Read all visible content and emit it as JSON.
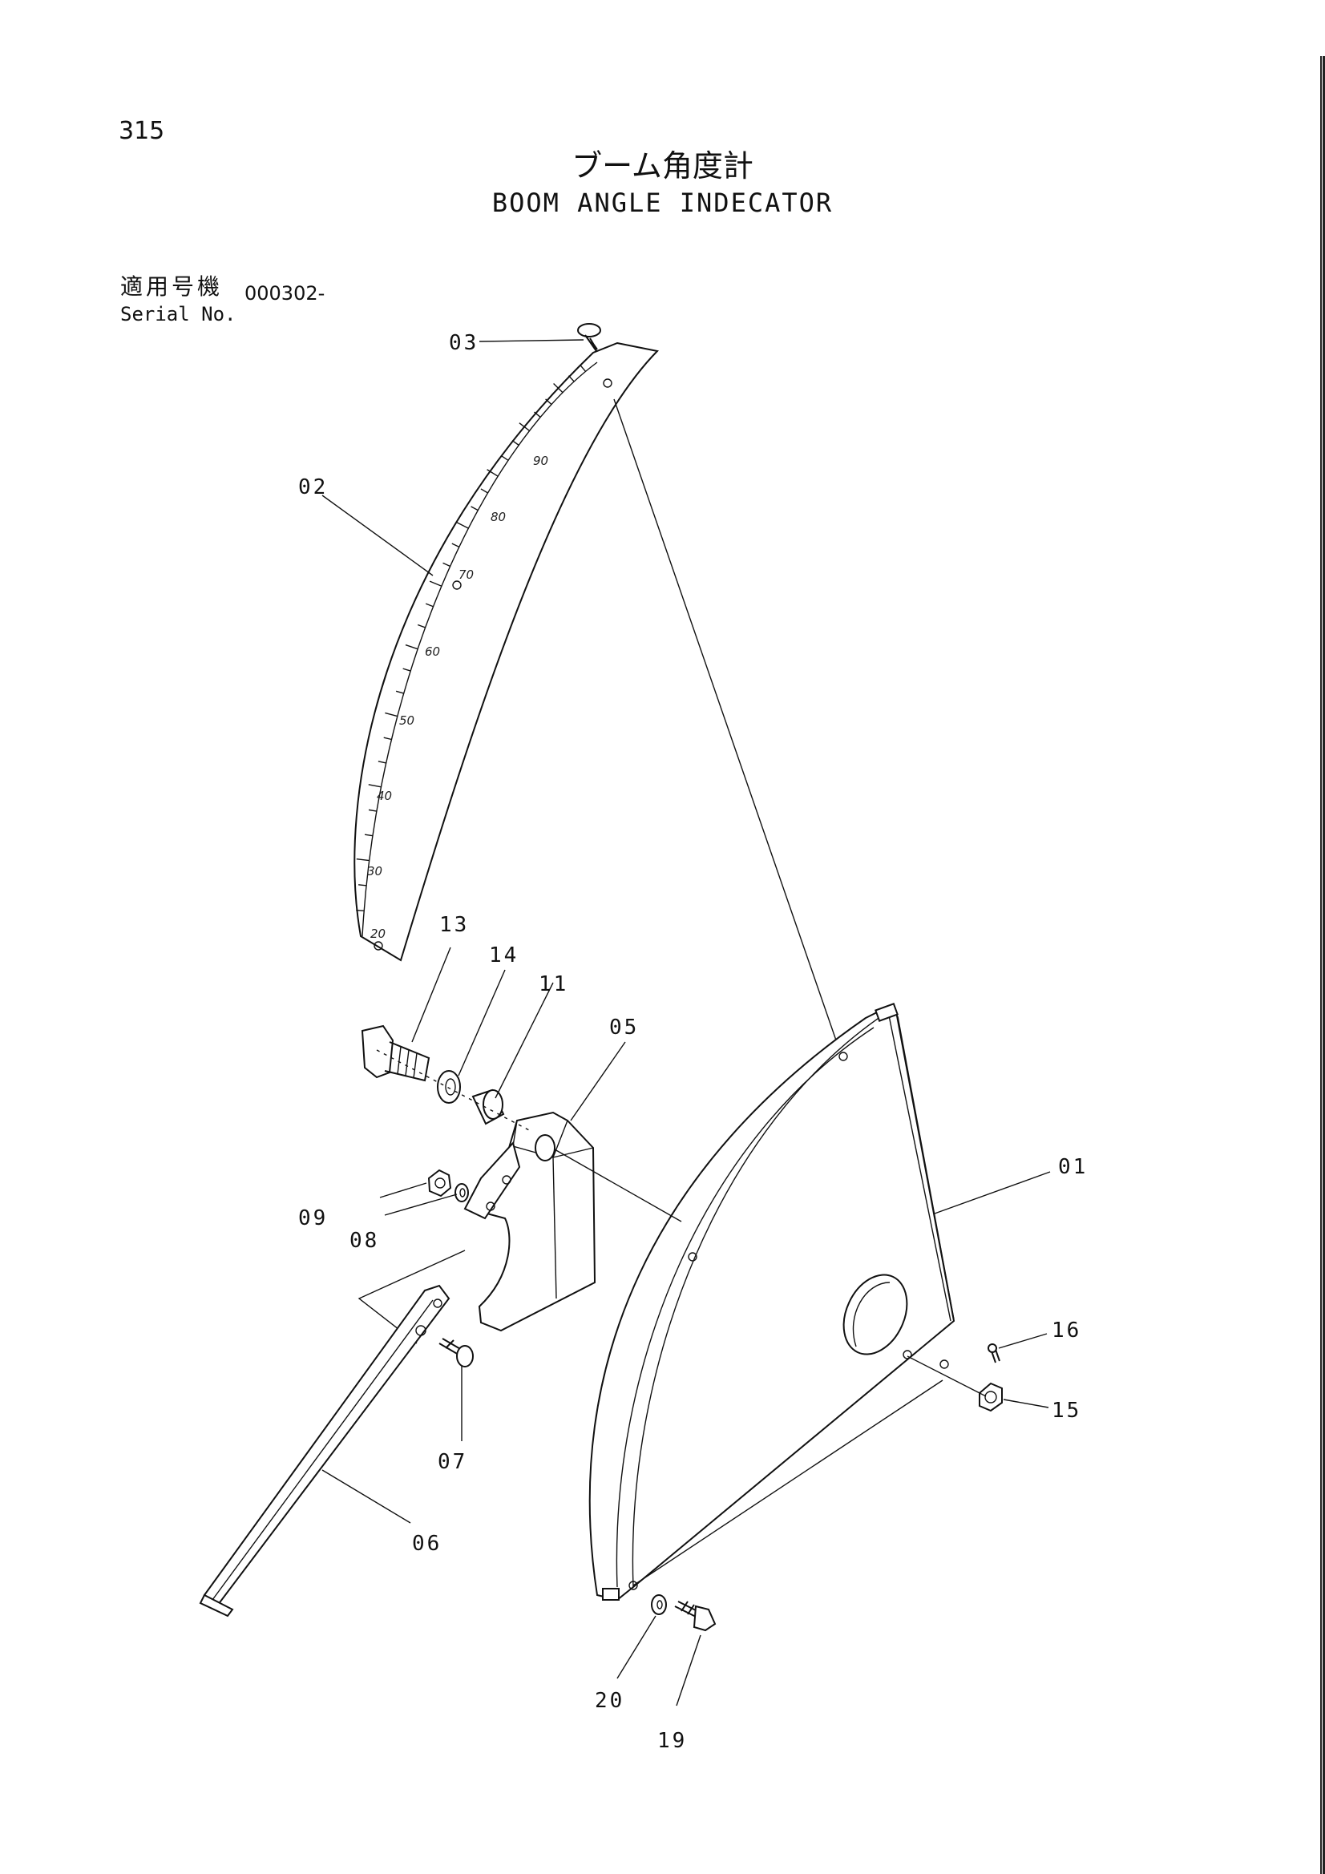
{
  "page_number": "315",
  "title_jp": "ブーム角度計",
  "title_en": "BOOM ANGLE INDECATOR",
  "serial": {
    "label_jp": "適用号機",
    "label_en": "Serial No.",
    "value": "000302-"
  },
  "part_labels": [
    "03",
    "02",
    "13",
    "14",
    "11",
    "05",
    "09",
    "08",
    "07",
    "06",
    "01",
    "16",
    "15",
    "20",
    "19"
  ],
  "scale_marks": [
    "90",
    "80",
    "70",
    "60",
    "50",
    "40",
    "30",
    "20"
  ]
}
